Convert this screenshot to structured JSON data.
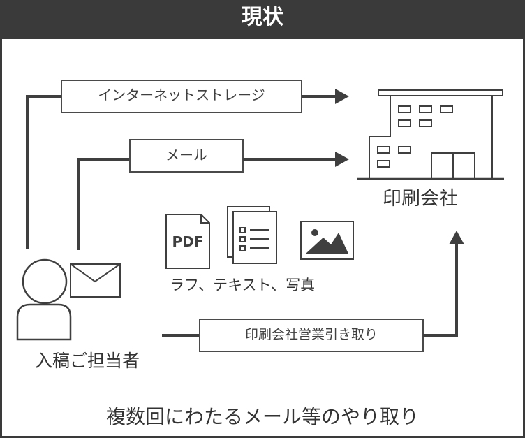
{
  "header": {
    "title": "現状"
  },
  "routes": {
    "internet_storage_label": "インターネットストレージ",
    "mail_label": "メール",
    "sales_pickup_label": "印刷会社営業引き取り"
  },
  "company": {
    "label": "印刷会社",
    "icon": "building-icon"
  },
  "files": {
    "pdf_text": "PDF",
    "caption": "ラフ、テキスト、写真",
    "icons": [
      "pdf-file-icon",
      "text-document-icon",
      "image-photo-icon"
    ]
  },
  "person": {
    "label": "入稿ご担当者",
    "icons": [
      "person-icon",
      "envelope-icon"
    ]
  },
  "footer": {
    "text": "複数回にわたるメール等のやり取り"
  },
  "colors": {
    "header_bg": "#3a3a3a",
    "stroke": "#3f3f3f",
    "text": "#333333",
    "background": "#ffffff"
  }
}
